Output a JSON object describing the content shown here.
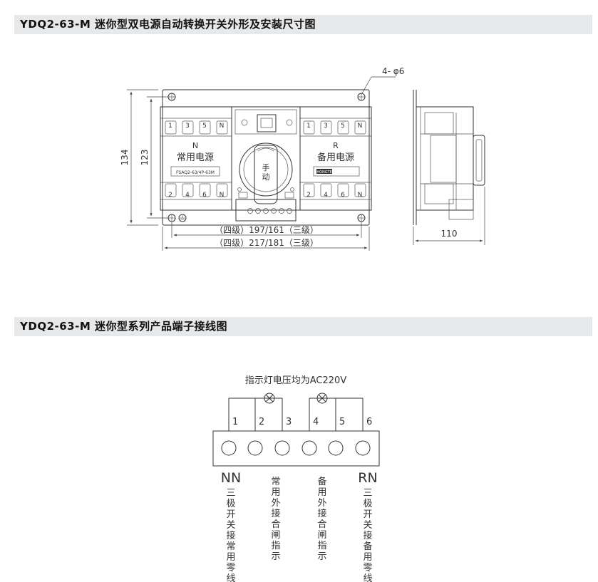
{
  "section1": {
    "title": "YDQ2-63-M 迷你型双电源自动转换开关外形及安装尺寸图"
  },
  "section2": {
    "title": "YDQ2-63-M 迷你型系列产品端子接线图"
  },
  "drawing": {
    "hole_callout": "4- φ6",
    "dim_height_outer": "134",
    "dim_height_inner": "123",
    "dim_width_inner": "（四级）197/161（三级）",
    "dim_width_outer": "（四级）217/181（三级）",
    "dim_depth": "110",
    "left_module": {
      "letter": "N",
      "name": "常用电源",
      "model": "FSAQ2-63/4P-63M"
    },
    "right_module": {
      "letter": "R",
      "name": "备用电源",
      "brand": "HONGTE"
    },
    "handle_label": "手动",
    "top_terminals": [
      "1",
      "3",
      "5",
      "N"
    ],
    "bottom_terminals": [
      "2",
      "4",
      "6",
      "N"
    ]
  },
  "wiring": {
    "lamp_note": "指示灯电压均为AC220V",
    "terminals": [
      "1",
      "2",
      "3",
      "4",
      "5",
      "6"
    ],
    "left_label": "NN",
    "right_label": "RN",
    "desc1": "三极开关接常用零线",
    "desc2": "常用外接合闸指示",
    "desc3": "备用外接合闸指示",
    "desc4": "三极开关接备用零线"
  }
}
